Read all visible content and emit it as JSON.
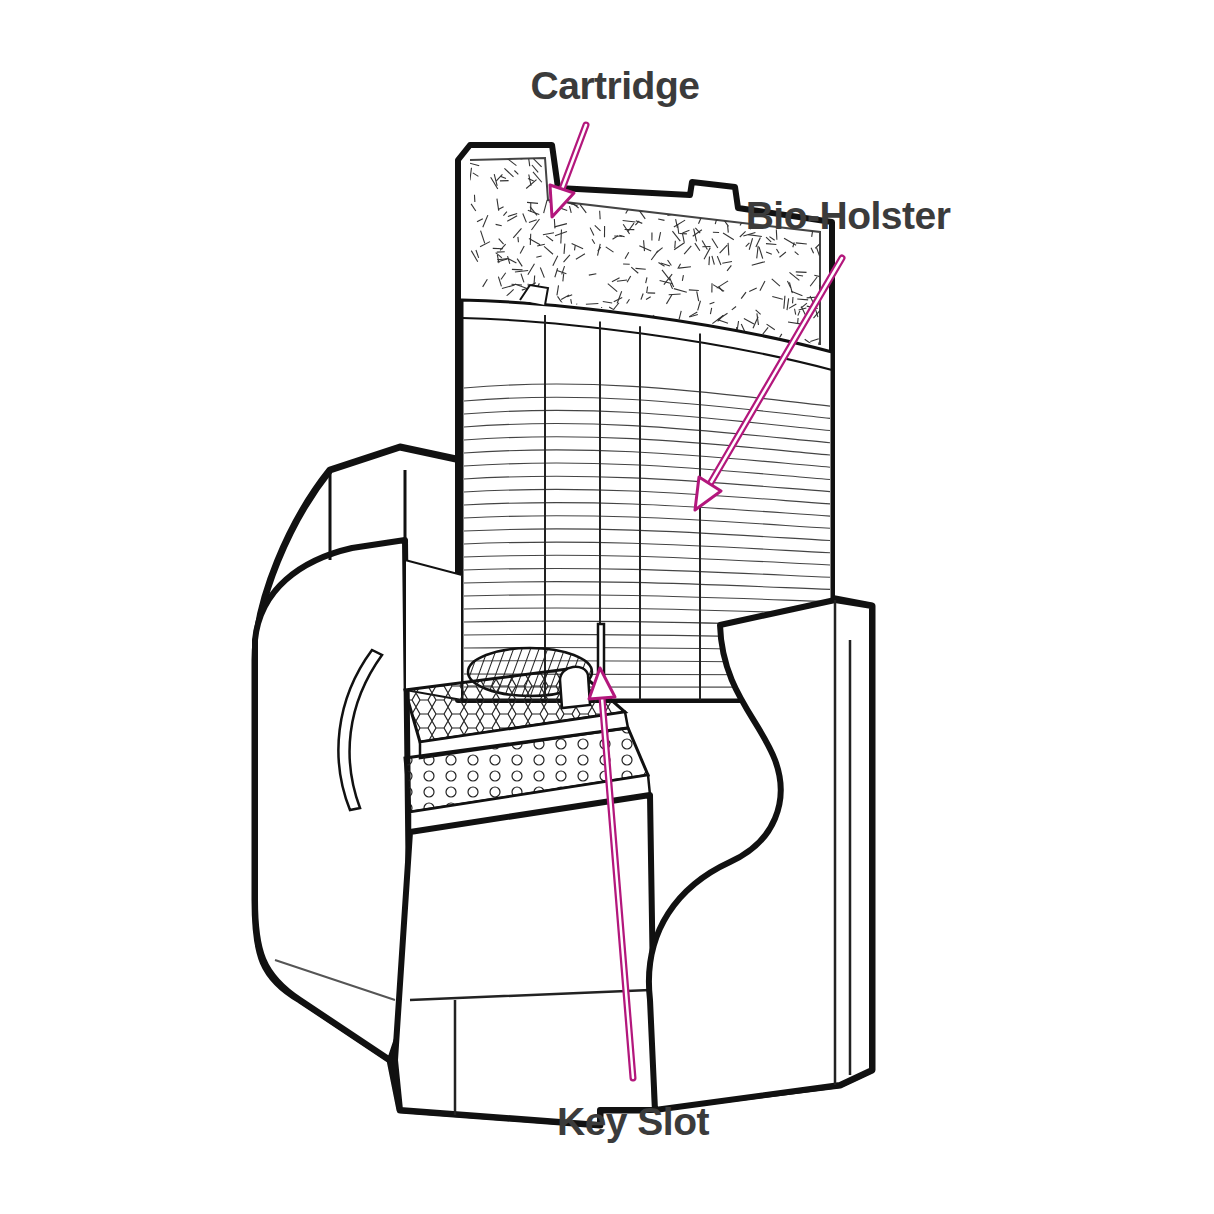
{
  "diagram": {
    "labels": [
      "Cartridge",
      "Bio-Holster",
      "Key Slot"
    ]
  }
}
